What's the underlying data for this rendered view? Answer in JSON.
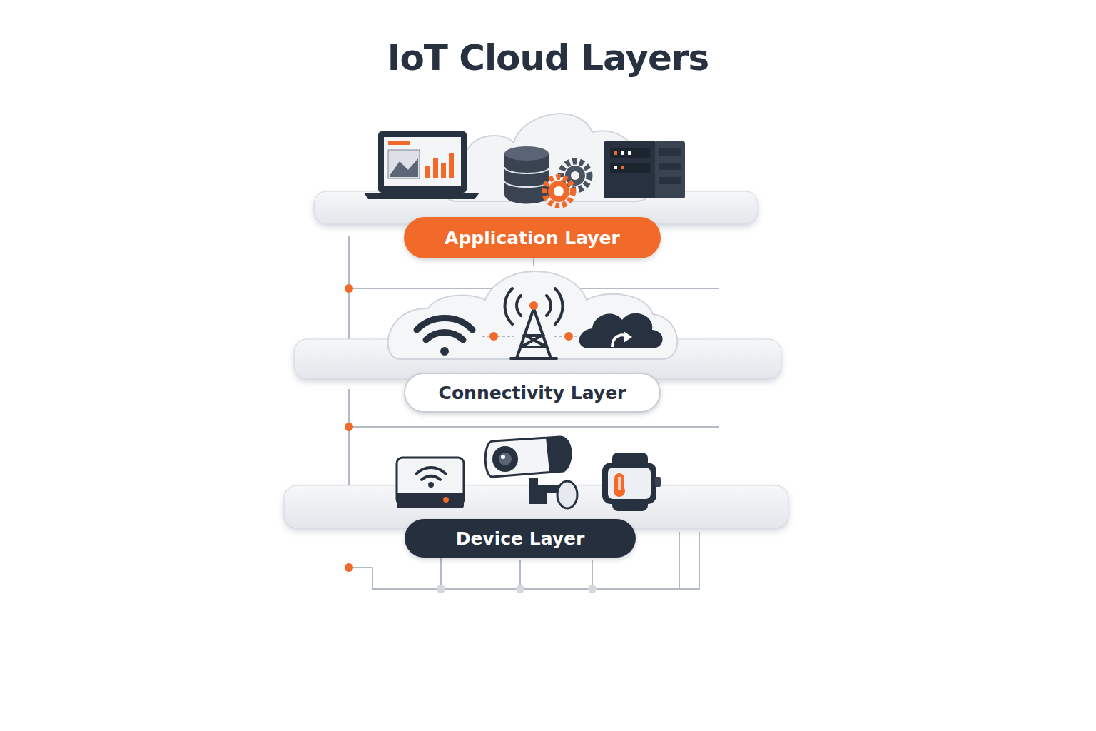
{
  "diagram": {
    "title": "IoT Cloud Layers",
    "nodes": [
      {
        "text": [
          "Application Layer"
        ]
      },
      {
        "text": [
          "Connectivity Layer"
        ]
      },
      {
        "text": [
          "Device Layer"
        ]
      }
    ]
  }
}
